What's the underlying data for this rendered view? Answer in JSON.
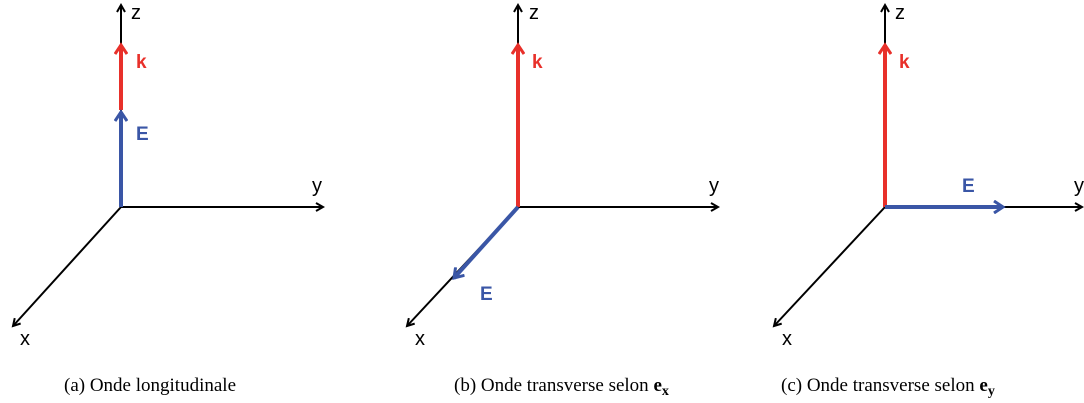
{
  "colors": {
    "axis": "#000000",
    "k": "#e8302a",
    "E": "#3a56a6"
  },
  "axis_names": {
    "z": "z",
    "y": "y",
    "x": "x"
  },
  "vector_names": {
    "k": "k",
    "E": "E"
  },
  "panels": [
    {
      "caption": "(a)  Onde longitudinale",
      "caption_vec": "",
      "caption_sub": "",
      "E_direction": "z"
    },
    {
      "caption": "(b)  Onde transverse selon",
      "caption_vec": "e",
      "caption_sub": "x",
      "E_direction": "x"
    },
    {
      "caption": "(c)  Onde transverse selon",
      "caption_vec": "e",
      "caption_sub": "y",
      "E_direction": "y"
    }
  ]
}
